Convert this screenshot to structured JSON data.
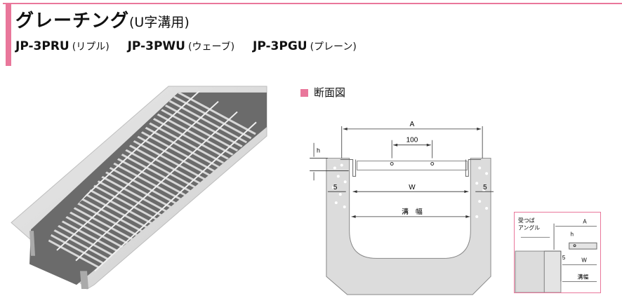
{
  "header": {
    "title": "グレーチング",
    "title_sub": "(U字溝用)",
    "models": [
      {
        "code": "JP-3PRU",
        "kana": "(リプル)"
      },
      {
        "code": "JP-3PWU",
        "kana": "(ウェーブ)"
      },
      {
        "code": "JP-3PGU",
        "kana": "(プレーン)"
      }
    ]
  },
  "section": {
    "heading": "断面図",
    "labels": {
      "A": "A",
      "pitch": "100",
      "h": "h",
      "gap_left": "5",
      "gap_right": "5",
      "W": "W",
      "groove": "溝　幅"
    }
  },
  "detail": {
    "angle_label_1": "受つば",
    "angle_label_2": "アングル",
    "A": "A",
    "h": "h",
    "gap": "5",
    "W": "W",
    "groove": "溝幅"
  },
  "colors": {
    "accent": "#e9779b",
    "concrete": "#dcdcdc"
  }
}
